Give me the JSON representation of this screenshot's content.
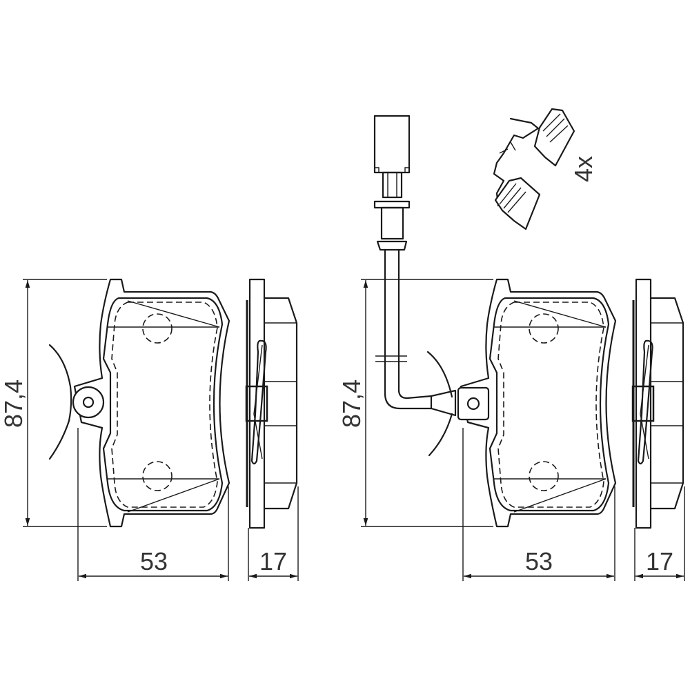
{
  "left_assembly": {
    "height_dimension": "87,4",
    "width_dimension": "53",
    "thickness_dimension": "17"
  },
  "right_assembly": {
    "height_dimension": "87,4",
    "width_dimension": "53",
    "thickness_dimension": "17"
  },
  "clip_quantity": "4x"
}
